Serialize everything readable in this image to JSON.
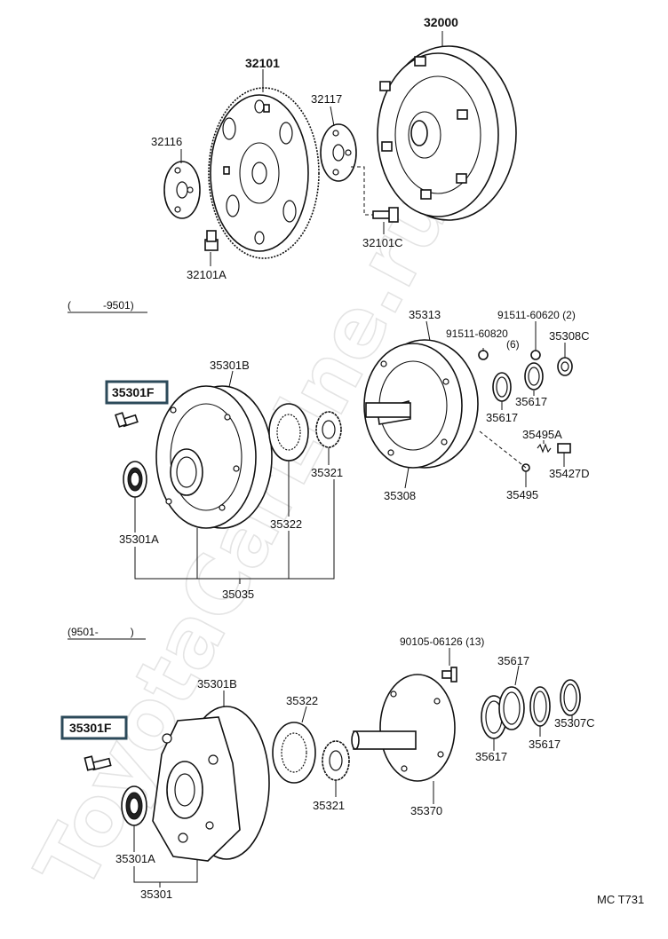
{
  "watermark": "ToyotaCarLine.ru",
  "sections": {
    "top": {
      "labels": {
        "p32000": "32000",
        "p32101": "32101",
        "p32117": "32117",
        "p32116": "32116",
        "p32101C": "32101C",
        "p32101A": "32101A"
      }
    },
    "middle": {
      "date_range": "(　　　-9501)",
      "highlighted_label": "35301F",
      "labels": {
        "p35301B": "35301B",
        "p35313": "35313",
        "p91511_60620": "91511-60620 (2)",
        "p91511_60820": "91511-60820",
        "p91511_60820_qty": "(6)",
        "p35308C": "35308C",
        "p35617a": "35617",
        "p35617b": "35617",
        "p35495A": "35495A",
        "p35427D": "35427D",
        "p35495": "35495",
        "p35308": "35308",
        "p35321": "35321",
        "p35322": "35322",
        "p35301A": "35301A",
        "p35035": "35035"
      }
    },
    "bottom": {
      "date_range": "(9501-　　　)",
      "highlighted_label": "35301F",
      "labels": {
        "p90105_06126": "90105-06126 (13)",
        "p35617a": "35617",
        "p35617b": "35617",
        "p35617c": "35617",
        "p35307C": "35307C",
        "p35301B": "35301B",
        "p35322": "35322",
        "p35321": "35321",
        "p35370": "35370",
        "p35301A": "35301A",
        "p35301": "35301"
      }
    }
  },
  "footer_code": "MC T731"
}
